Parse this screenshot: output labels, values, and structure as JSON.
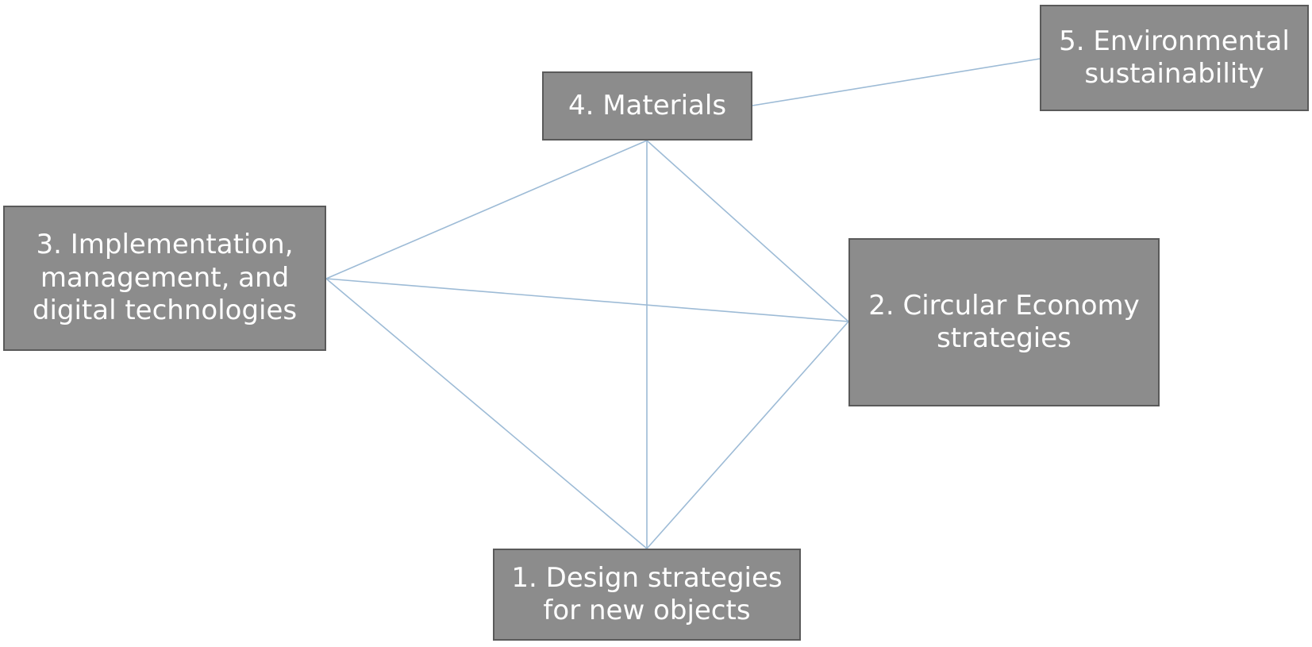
{
  "diagram": {
    "nodes": [
      {
        "id": "1",
        "lines": [
          "1. Design strategies",
          "for new objects"
        ]
      },
      {
        "id": "2",
        "lines": [
          "2. Circular Economy",
          "strategies"
        ]
      },
      {
        "id": "3",
        "lines": [
          "3. Implementation,",
          "management, and",
          "digital technologies"
        ]
      },
      {
        "id": "4",
        "lines": [
          "4. Materials"
        ]
      },
      {
        "id": "5",
        "lines": [
          "5. Environmental",
          "sustainability"
        ]
      }
    ],
    "edges": [
      [
        "4",
        "5"
      ],
      [
        "4",
        "3"
      ],
      [
        "4",
        "2"
      ],
      [
        "4",
        "1"
      ],
      [
        "3",
        "2"
      ],
      [
        "3",
        "1"
      ],
      [
        "2",
        "1"
      ]
    ],
    "colors": {
      "node_fill": "#8c8c8c",
      "node_border": "#5a5a5a",
      "node_text": "#ffffff",
      "edge": "#9dbbd6"
    }
  }
}
